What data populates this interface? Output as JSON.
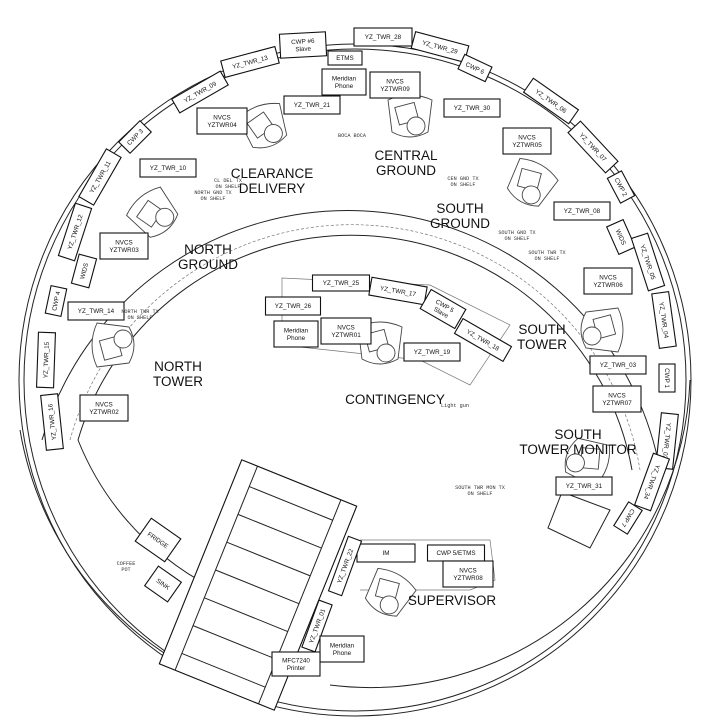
{
  "diagram": {
    "accent_color": "#111111",
    "boxes": [
      {
        "lines": [
          "CWP #6",
          "Slave"
        ]
      },
      {
        "lines": [
          "YZ_TWR_28"
        ]
      },
      {
        "lines": [
          "YZ_TWR_29"
        ]
      },
      {
        "lines": [
          "CWP 6"
        ]
      },
      {
        "lines": [
          "ETMS"
        ]
      },
      {
        "lines": [
          "Meridian",
          "Phone"
        ]
      },
      {
        "lines": [
          "NVCS",
          "YZTWR09"
        ]
      },
      {
        "lines": [
          "YZ_TWR_13"
        ]
      },
      {
        "lines": [
          "YZ_TWR_09"
        ]
      },
      {
        "lines": [
          "YZ_TWR_21"
        ]
      },
      {
        "lines": [
          "NVCS",
          "YZTWR04"
        ]
      },
      {
        "lines": [
          "YZ_TWR_30"
        ]
      },
      {
        "lines": [
          "CWP 3"
        ]
      },
      {
        "lines": [
          "YZ_TWR_10"
        ]
      },
      {
        "lines": [
          "YZ_TWR_11"
        ]
      },
      {
        "lines": [
          "YZ_TWR_12"
        ]
      },
      {
        "lines": [
          "NVCS",
          "YZTWR03"
        ]
      },
      {
        "lines": [
          "WIDS"
        ]
      },
      {
        "lines": [
          "CWP 4"
        ]
      },
      {
        "lines": [
          "YZ_TWR_14"
        ]
      },
      {
        "lines": [
          "YZ_TWR_15"
        ]
      },
      {
        "lines": [
          "YZ_TWR_16"
        ]
      },
      {
        "lines": [
          "NVCS",
          "YZTWR02"
        ]
      },
      {
        "lines": [
          "YZ_TWR_06"
        ]
      },
      {
        "lines": [
          "NVCS",
          "YZTWR05"
        ]
      },
      {
        "lines": [
          "YZ_TWR_07"
        ]
      },
      {
        "lines": [
          "CWP 2"
        ]
      },
      {
        "lines": [
          "YZ_TWR_08"
        ]
      },
      {
        "lines": [
          "WIDS"
        ]
      },
      {
        "lines": [
          "YZ_TWR_05"
        ]
      },
      {
        "lines": [
          "NVCS",
          "YZTWR06"
        ]
      },
      {
        "lines": [
          "YZ_TWR_04"
        ]
      },
      {
        "lines": [
          "YZ_TWR_03"
        ]
      },
      {
        "lines": [
          "CWP 1"
        ]
      },
      {
        "lines": [
          "NVCS",
          "YZTWR07"
        ]
      },
      {
        "lines": [
          "YZ_TWR_02"
        ]
      },
      {
        "lines": [
          "YZ_TWR_34"
        ]
      },
      {
        "lines": [
          "YZ_TWR_31"
        ]
      },
      {
        "lines": [
          "CWP 7"
        ]
      },
      {
        "lines": [
          "YZ_TWR_25"
        ]
      },
      {
        "lines": [
          "YZ_TWR_17"
        ]
      },
      {
        "lines": [
          "CWP 5",
          "Slave"
        ]
      },
      {
        "lines": [
          "YZ_TWR_26"
        ]
      },
      {
        "lines": [
          "Meridian",
          "Phone"
        ]
      },
      {
        "lines": [
          "NVCS",
          "YZTWR01"
        ]
      },
      {
        "lines": [
          "YZ_TWR_19"
        ]
      },
      {
        "lines": [
          "YZ_TWR_18"
        ]
      },
      {
        "lines": [
          "IM"
        ]
      },
      {
        "lines": [
          "CWP 5/ETMS"
        ]
      },
      {
        "lines": [
          "NVCS",
          "YZTWR08"
        ]
      },
      {
        "lines": [
          "YZ_TWR_22"
        ]
      },
      {
        "lines": [
          "YZ_TWR_01"
        ]
      },
      {
        "lines": [
          "Meridian",
          "Phone"
        ]
      },
      {
        "lines": [
          "MFC7240",
          "Printer"
        ]
      },
      {
        "lines": [
          "FRIDGE"
        ]
      },
      {
        "lines": [
          "SINK"
        ]
      }
    ],
    "areas": [
      {
        "lines": [
          "CLEARANCE",
          "DELIVERY"
        ]
      },
      {
        "lines": [
          "CENTRAL",
          "GROUND"
        ]
      },
      {
        "lines": [
          "SOUTH",
          "GROUND"
        ]
      },
      {
        "lines": [
          "NORTH",
          "GROUND"
        ]
      },
      {
        "lines": [
          "NORTH",
          "TOWER"
        ]
      },
      {
        "lines": [
          "CONTINGENCY"
        ]
      },
      {
        "lines": [
          "SOUTH",
          "TOWER"
        ]
      },
      {
        "lines": [
          "SOUTH",
          "TOWER MONITOR"
        ]
      },
      {
        "lines": [
          "SUPERVISOR"
        ]
      }
    ],
    "notes": [
      {
        "lines": [
          "CL DEL TX",
          "ON SHELF"
        ]
      },
      {
        "lines": [
          "NORTH GND TX",
          "ON SHELF"
        ]
      },
      {
        "lines": [
          "BOCA  BOCA"
        ]
      },
      {
        "lines": [
          "CEN GND TX",
          "ON SHELF"
        ]
      },
      {
        "lines": [
          "SOUTH GND TX",
          "ON SHELF"
        ]
      },
      {
        "lines": [
          "SOUTH TWR TX",
          "ON SHELF"
        ]
      },
      {
        "lines": [
          "NORTH TWR TX",
          "ON SHELF"
        ]
      },
      {
        "lines": [
          "Light gun"
        ]
      },
      {
        "lines": [
          "SOUTH TWR MON TX",
          "ON SHELF"
        ]
      },
      {
        "lines": [
          "COFFEE",
          "POT"
        ]
      }
    ]
  }
}
